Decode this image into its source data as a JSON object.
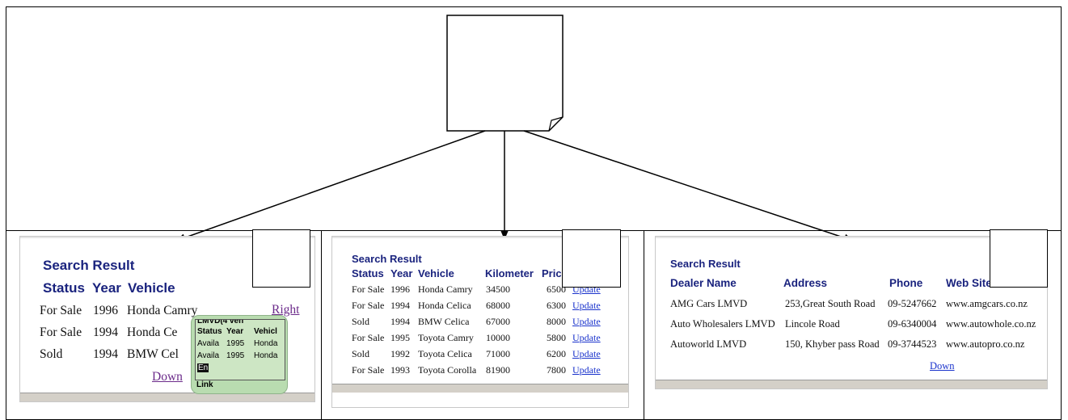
{
  "panel1": {
    "title": "Search Result",
    "headers": [
      "Status",
      "Year",
      "Vehicle"
    ],
    "rows": [
      [
        "For Sale",
        "1996",
        "Honda Camry"
      ],
      [
        "For Sale",
        "1994",
        "Honda Ce"
      ],
      [
        "Sold",
        "1994",
        "BMW Cel"
      ]
    ],
    "right_link": "Right",
    "down_link": "Down",
    "popup": {
      "title": "LMVD(4 veh",
      "headers": [
        "Status",
        "Year",
        "Vehicl"
      ],
      "rows": [
        [
          "Availa",
          "1995",
          "Honda"
        ],
        [
          "Availa",
          "1995",
          "Honda"
        ]
      ],
      "partial": "En",
      "footer": "Link"
    }
  },
  "panel2": {
    "title": "Search Result",
    "headers": [
      "Status",
      "Year",
      "Vehicle",
      "Kilometer",
      "Pric"
    ],
    "link_label": "Update",
    "rows": [
      [
        "For Sale",
        "1996",
        "Honda Camry",
        "34500",
        "6500"
      ],
      [
        "For Sale",
        "1994",
        "Honda Celica",
        "68000",
        "6300"
      ],
      [
        "Sold",
        "1994",
        "BMW Celica",
        "67000",
        "8000"
      ],
      [
        "For Sale",
        "1995",
        "Toyota Camry",
        "10000",
        "5800"
      ],
      [
        "Sold",
        "1992",
        "Toyota Celica",
        "71000",
        "6200"
      ],
      [
        "For Sale",
        "1993",
        "Toyota Corolla",
        "81900",
        "7800"
      ]
    ]
  },
  "panel3": {
    "title": "Search Result",
    "headers": [
      "Dealer Name",
      "Address",
      "Phone",
      "Web Site"
    ],
    "rows": [
      [
        "AMG Cars LMVD",
        "253,Great South Road",
        "09-5247662",
        "www.amgcars.co.nz"
      ],
      [
        "Auto Wholesalers LMVD",
        "Lincole Road",
        "09-6340004",
        "www.autowhole.co.nz"
      ],
      [
        "Autoworld LMVD",
        "150, Khyber pass Road",
        "09-3744523",
        "www.autopro.co.nz"
      ]
    ],
    "down_link": "Down"
  },
  "colors": {
    "heading_blue": "#1a237e",
    "link_blue": "#1a33cc",
    "visited_link": "#6b2a8a",
    "popup_green": "#b9dcb0"
  }
}
